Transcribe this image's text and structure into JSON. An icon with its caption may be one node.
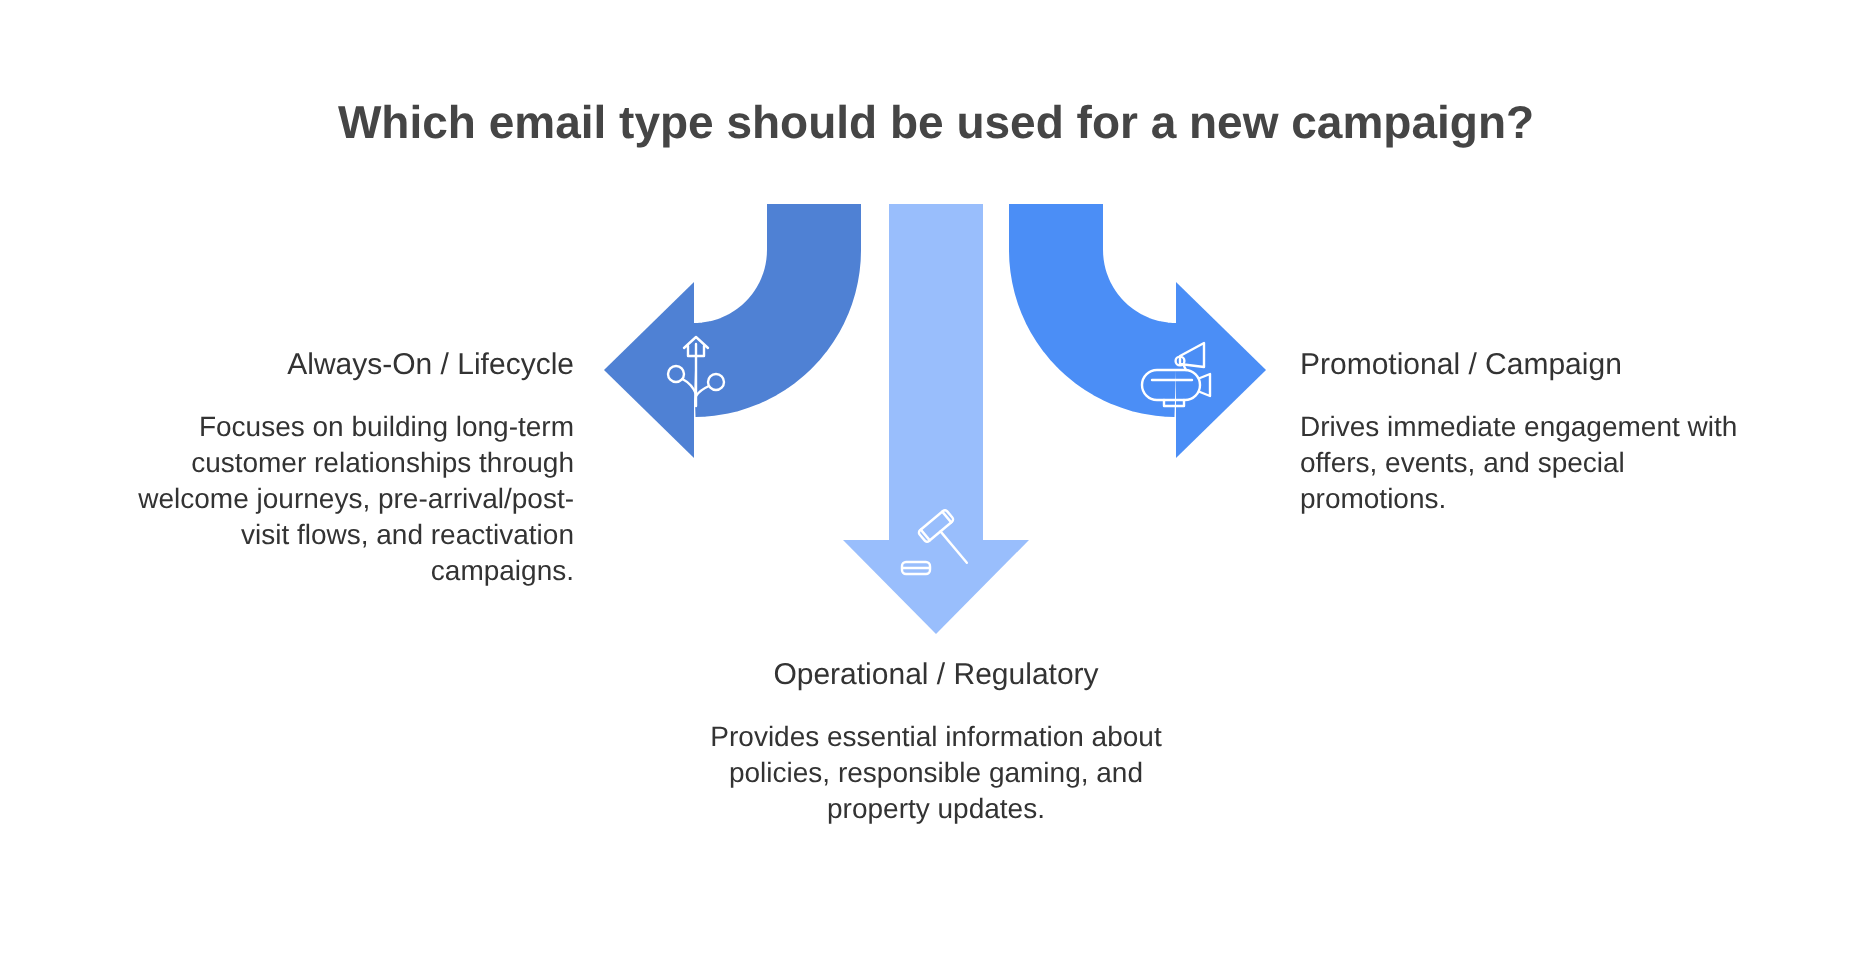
{
  "diagram": {
    "title": "Which email type should be used for a new campaign?",
    "nodes": [
      {
        "text": [
          "Always-On / Lifecycle",
          "Focuses on building long-term customer relationships through welcome journeys, pre-arrival/post-visit flows, and reactivation campaigns."
        ]
      },
      {
        "text": [
          "Promotional / Campaign",
          "Drives immediate engagement with offers, events, and special promotions."
        ]
      },
      {
        "text": [
          "Operational / Regulatory",
          "Provides essential information about policies, responsible gaming, and property updates."
        ]
      }
    ],
    "edges": [
      {
        "from": null,
        "to": 0,
        "arrow": "to",
        "color": "#4f81d4"
      },
      {
        "from": null,
        "to": 2,
        "arrow": "to",
        "color": "#99befc"
      },
      {
        "from": null,
        "to": 1,
        "arrow": "to",
        "color": "#4b8ef6"
      }
    ]
  }
}
